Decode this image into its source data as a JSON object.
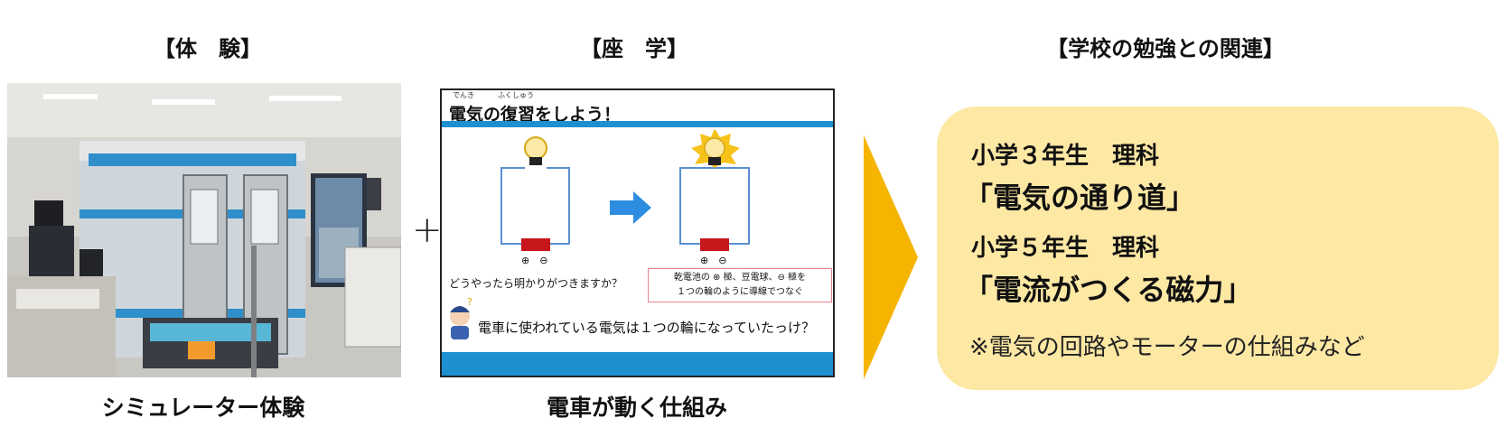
{
  "headings": {
    "experience": "【体　験】",
    "lecture": "【座　学】",
    "relation": "【学校の勉強との関連】"
  },
  "captions": {
    "experience": "シミュレーター体験",
    "lecture": "電車が動く仕組み"
  },
  "plus": "+",
  "slide": {
    "title": "電気の復習をしよう！",
    "ruby_denki": "でんき",
    "ruby_fukushuu": "ふくしゅう",
    "terminals_left": "⊕　⊖",
    "terminals_right": "⊕　⊖",
    "question1": "どうやったら明かりがつきますか？",
    "note_line1": "乾電池の ⊕ 極、豆電球、⊖ 極を",
    "note_line2": "１つの輪のように導線でつなぐ",
    "question2": "電車に使われている電気は１つの輪になっていたっけ？"
  },
  "relation": {
    "grade3_label": "小学３年生　理科",
    "grade3_topic": "「電気の通り道」",
    "grade5_label": "小学５年生　理科",
    "grade5_topic": "「電流がつくる磁力」",
    "note": "※電気の回路やモーターの仕組みなど"
  },
  "colors": {
    "slide_blue": "#1e90d0",
    "box_yellow": "#fde8a4",
    "arrow_orange": "#f5b400",
    "battery_red": "#c8161d",
    "bulb_yellow": "#f7c31b"
  }
}
